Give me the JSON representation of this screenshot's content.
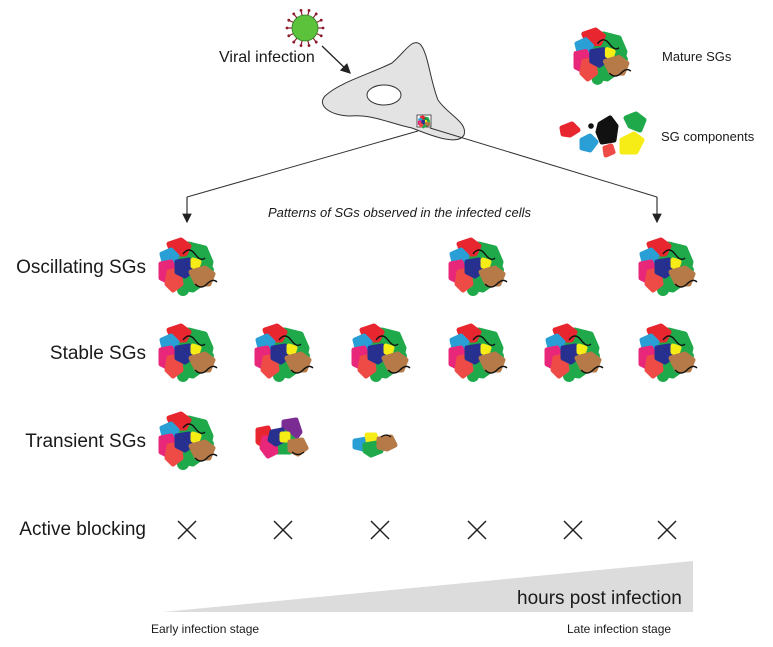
{
  "top": {
    "viral_infection": "Viral infection",
    "legend": {
      "mature": "Mature SGs",
      "components": "SG components"
    },
    "caption": "Patterns of SGs observed in the infected cells"
  },
  "rows": [
    {
      "label": "Oscillating SGs",
      "pattern": [
        "mature",
        "none",
        "none",
        "mature",
        "none",
        "mature"
      ]
    },
    {
      "label": "Stable SGs",
      "pattern": [
        "mature",
        "mature",
        "mature",
        "mature",
        "mature",
        "mature"
      ]
    },
    {
      "label": "Transient SGs",
      "pattern": [
        "mature",
        "partial",
        "small",
        "none",
        "none",
        "none"
      ]
    },
    {
      "label": "Active blocking",
      "pattern": [
        "cross",
        "cross",
        "cross",
        "cross",
        "cross",
        "cross"
      ]
    }
  ],
  "timeline": {
    "title": "hours post infection",
    "early": "Early infection stage",
    "late": "Late infection stage"
  },
  "colors": {
    "virus": "#5cc23c",
    "spike": "#8b1a2b",
    "cell": "#e3e3e3",
    "nucleus": "#ffffff",
    "red": "#e8262f",
    "pink": "#e8277a",
    "salmon": "#ee4b46",
    "green": "#1fa94b",
    "blue": "#2a9fd6",
    "navy": "#27308f",
    "brown": "#b57a47",
    "yellow": "#f6ec16",
    "purple": "#7b2c92",
    "black": "#111111",
    "ramp": "#dcdcdc"
  }
}
